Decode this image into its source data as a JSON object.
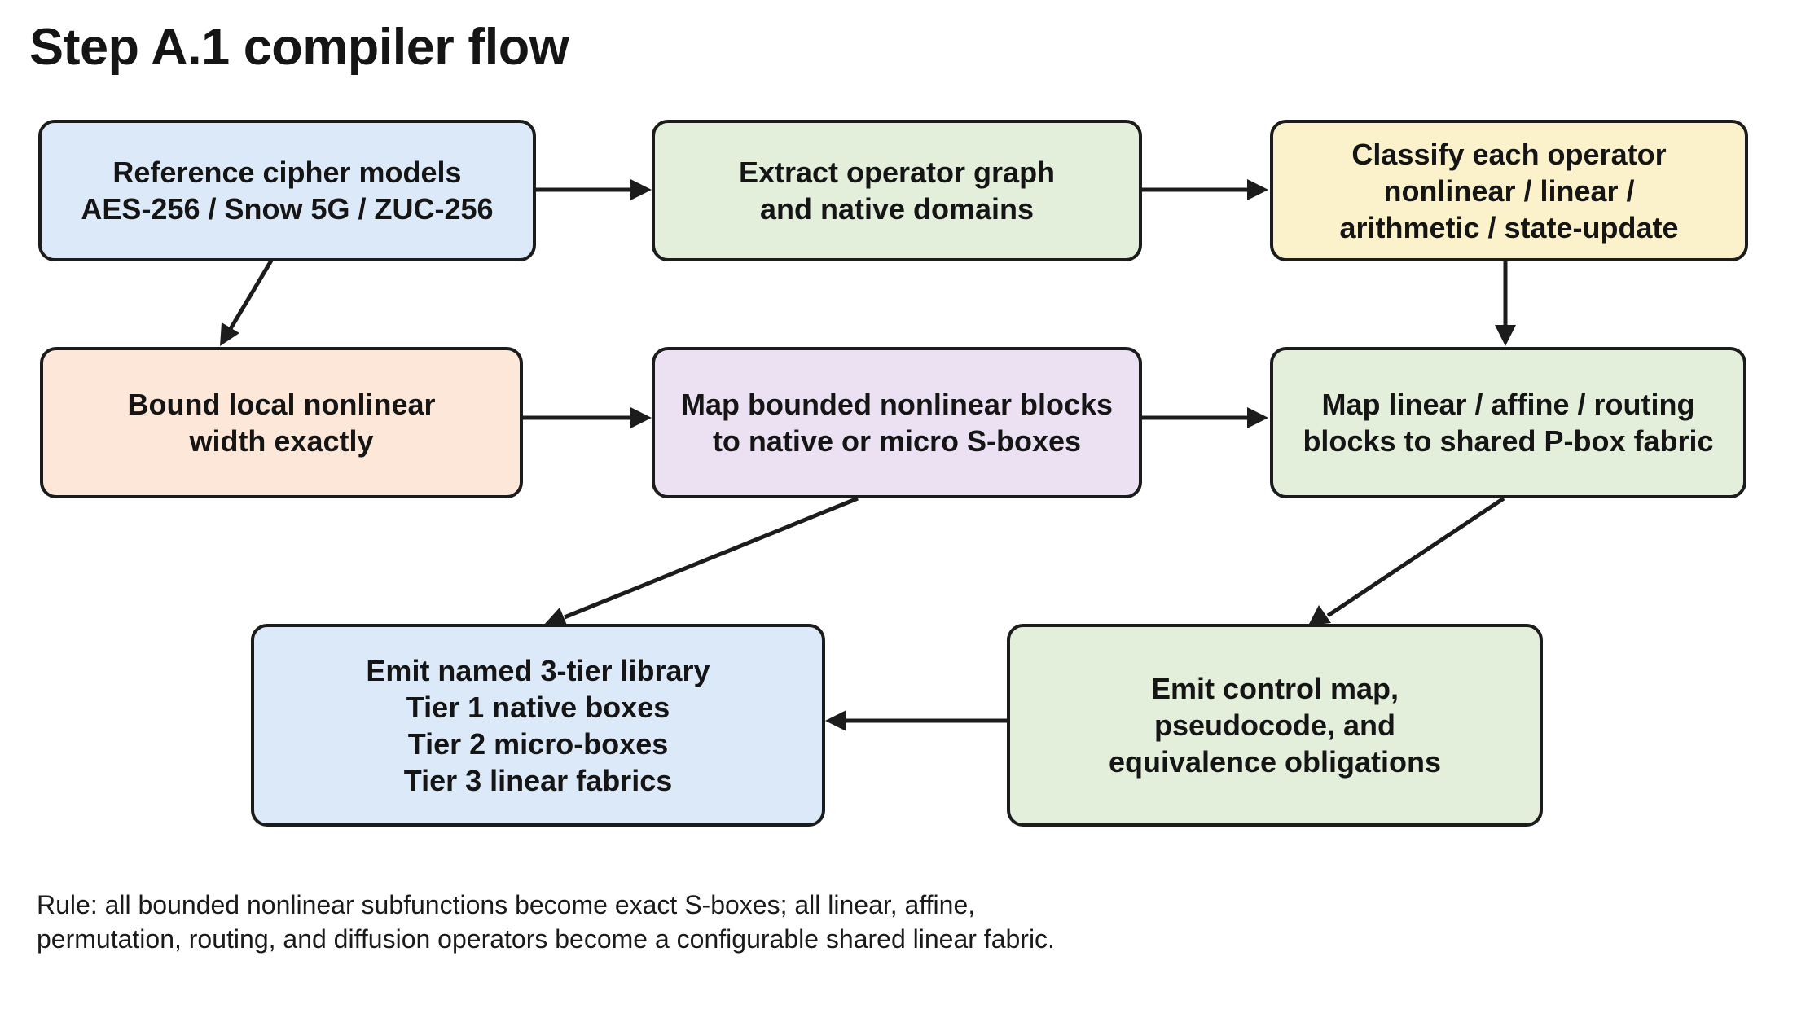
{
  "title": "Step A.1 compiler flow",
  "nodes": {
    "reference_models": {
      "lines": [
        "Reference cipher models",
        "AES-256 / Snow 5G / ZUC-256"
      ],
      "color": "#dce9f8"
    },
    "extract_graph": {
      "lines": [
        "Extract operator graph",
        "and native domains"
      ],
      "color": "#e3eedb"
    },
    "classify_operator": {
      "lines": [
        "Classify each operator",
        "nonlinear / linear /",
        "arithmetic / state-update"
      ],
      "color": "#fbf2cc"
    },
    "bound_width": {
      "lines": [
        "Bound local nonlinear",
        "width exactly"
      ],
      "color": "#fde7d9"
    },
    "map_nonlinear": {
      "lines": [
        "Map bounded nonlinear blocks",
        "to native or micro S-boxes"
      ],
      "color": "#ece1f3"
    },
    "map_linear": {
      "lines": [
        "Map linear / affine / routing",
        "blocks to shared P-box fabric"
      ],
      "color": "#e3eedb"
    },
    "emit_library": {
      "lines": [
        "Emit named 3-tier library",
        "Tier 1 native boxes",
        "Tier 2 micro-boxes",
        "Tier 3 linear fabrics"
      ],
      "color": "#dce9f8"
    },
    "emit_control": {
      "lines": [
        "Emit control map,",
        "pseudocode, and",
        "equivalence obligations"
      ],
      "color": "#e3eedb"
    }
  },
  "edges": [
    {
      "from": "reference_models",
      "to": "extract_graph"
    },
    {
      "from": "extract_graph",
      "to": "classify_operator"
    },
    {
      "from": "reference_models",
      "to": "bound_width"
    },
    {
      "from": "classify_operator",
      "to": "map_linear"
    },
    {
      "from": "bound_width",
      "to": "map_nonlinear"
    },
    {
      "from": "map_nonlinear",
      "to": "map_linear"
    },
    {
      "from": "map_nonlinear",
      "to": "emit_library"
    },
    {
      "from": "map_linear",
      "to": "emit_control"
    },
    {
      "from": "emit_control",
      "to": "emit_library"
    }
  ],
  "footnote": {
    "lines": [
      "Rule: all bounded nonlinear subfunctions become exact S-boxes; all linear, affine,",
      "permutation, routing, and diffusion operators become a configurable shared linear fabric."
    ]
  }
}
